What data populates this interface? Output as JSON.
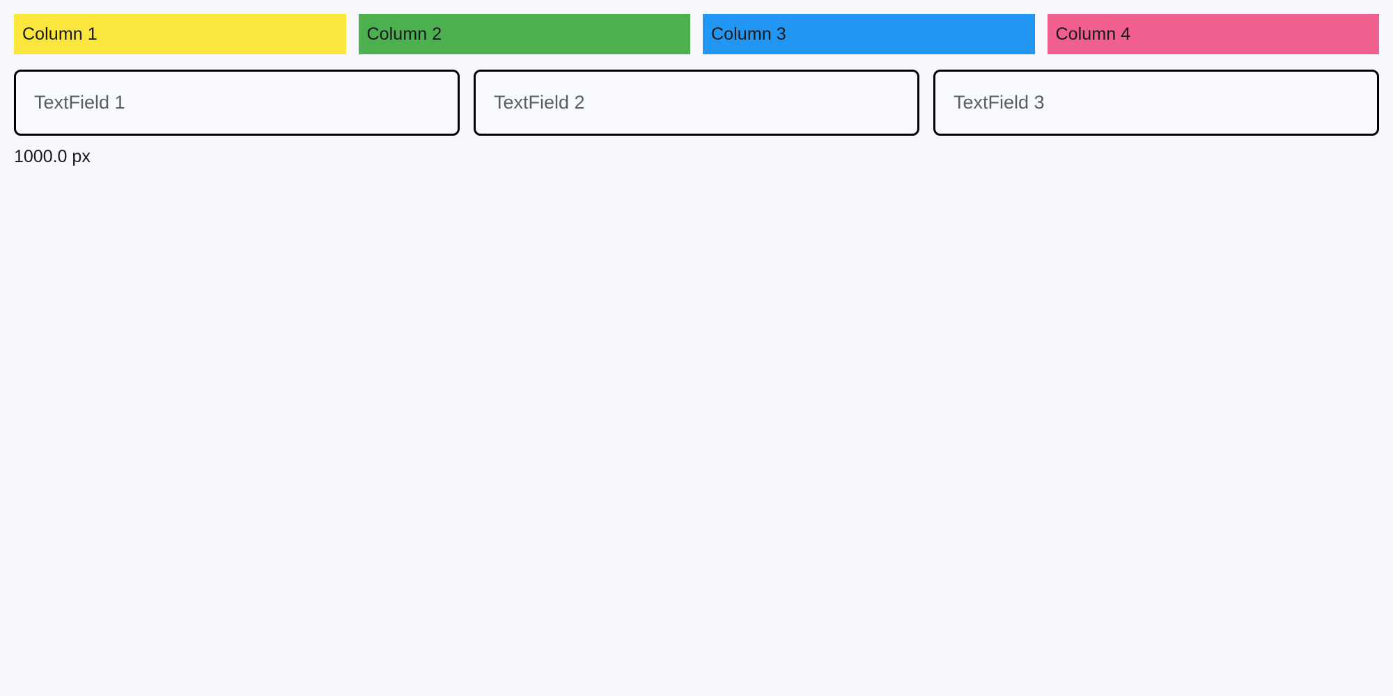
{
  "page": {
    "background_color": "#f7f8fd",
    "text_color": "#18191c"
  },
  "columns": {
    "items": [
      {
        "label": "Column 1",
        "color": "#fbe63e",
        "icon": "color-swatch-icon"
      },
      {
        "label": "Column 2",
        "color": "#4caf50",
        "icon": "color-swatch-icon"
      },
      {
        "label": "Column 3",
        "color": "#2196f3",
        "icon": "color-swatch-icon"
      },
      {
        "label": "Column 4",
        "color": "#f05f8e",
        "icon": "color-swatch-icon"
      }
    ]
  },
  "textfields": {
    "border_color": "#000000",
    "placeholder_color": "#585d66",
    "items": [
      {
        "placeholder": "TextField 1",
        "value": ""
      },
      {
        "placeholder": "TextField 2",
        "value": ""
      },
      {
        "placeholder": "TextField 3",
        "value": ""
      }
    ]
  },
  "status": {
    "measurement": "1000.0 px"
  }
}
